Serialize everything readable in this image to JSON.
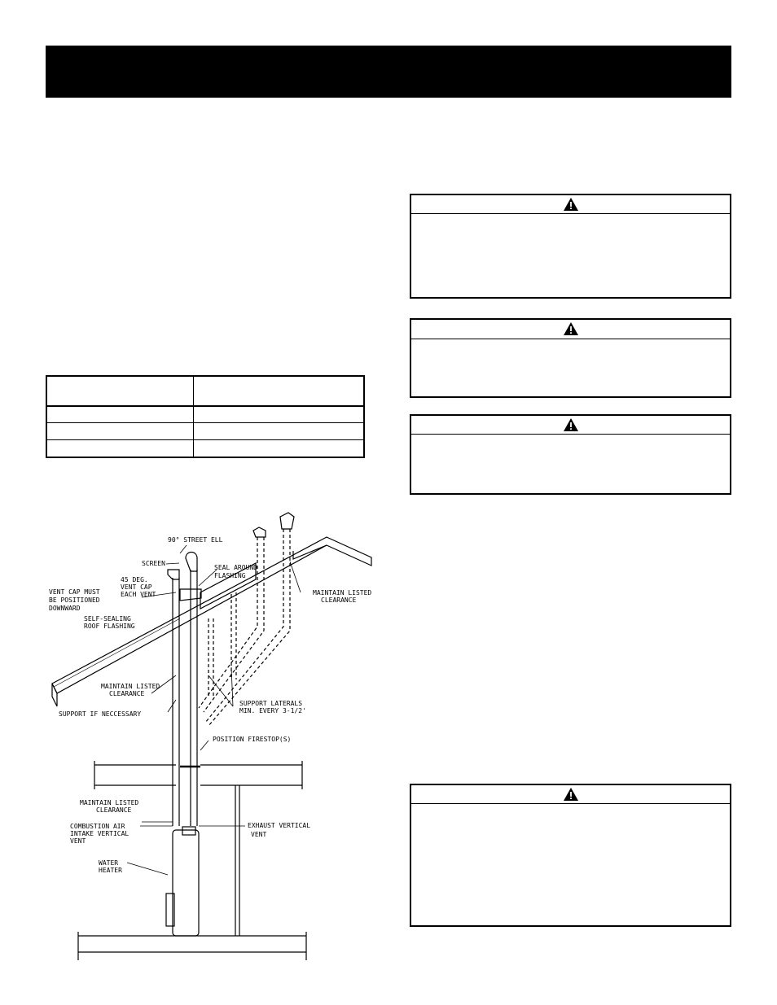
{
  "warning_icon": "warning-triangle-icon",
  "diagram": {
    "labels": {
      "street_ell": "90° STREET ELL",
      "screen": "SCREEN",
      "vent_cap_1": "45 DEG.",
      "vent_cap_2": "VENT CAP",
      "vent_cap_3": "EACH VENT",
      "vent_cap_must_1": "VENT CAP MUST",
      "vent_cap_must_2": "BE POSITIONED",
      "vent_cap_must_3": "DOWNWARD",
      "seal_1": "SEAL AROUND",
      "seal_2": "FLASHING",
      "roof_flash_1": "SELF-SEALING",
      "roof_flash_2": "ROOF FLASHING",
      "maintain_top_1": "MAINTAIN LISTED",
      "maintain_top_2": "CLEARANCE",
      "maintain_mid_1": "MAINTAIN LISTED",
      "maintain_mid_2": "CLEARANCE",
      "support": "SUPPORT IF NECCESSARY",
      "laterals_1": "SUPPORT LATERALS",
      "laterals_2": "MIN. EVERY 3-1/2'",
      "firestop": "POSITION FIRESTOP(S)",
      "maintain_low_1": "MAINTAIN LISTED",
      "maintain_low_2": "CLEARANCE",
      "combustion_1": "COMBUSTION AIR",
      "combustion_2": "INTAKE VERTICAL",
      "combustion_3": "VENT",
      "exhaust_1": "EXHAUST VERTICAL",
      "exhaust_2": "VENT",
      "heater_1": "WATER",
      "heater_2": "HEATER"
    }
  }
}
